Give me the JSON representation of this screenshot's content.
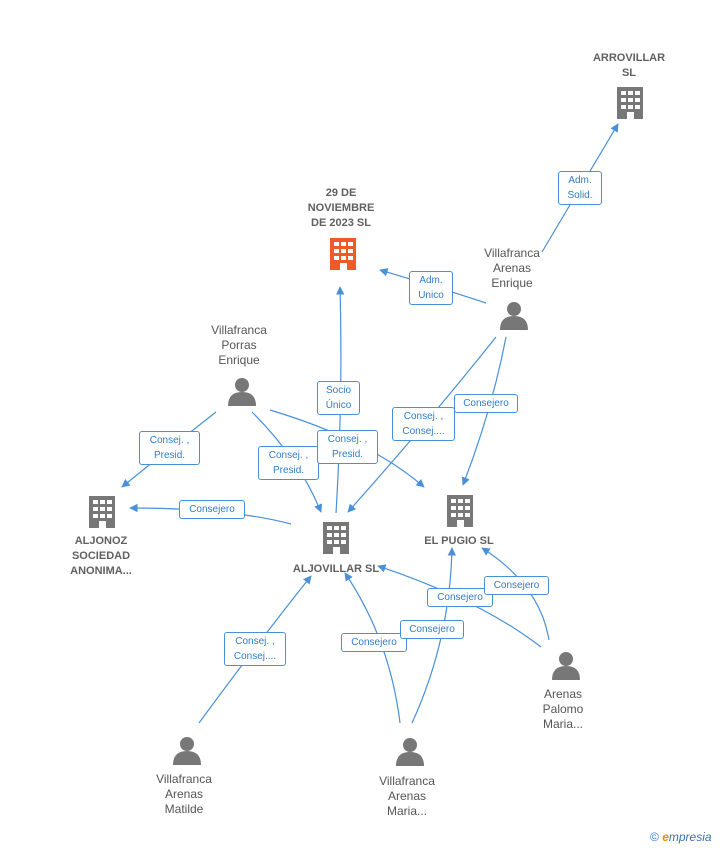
{
  "colors": {
    "edge": "#4a90d9",
    "company_icon": "#777777",
    "highlight_company_icon": "#f05a28",
    "person_icon": "#777777"
  },
  "companies": [
    {
      "id": "arrovillar",
      "lines": [
        "ARROVILLAR",
        "SL"
      ],
      "icon": "building-icon",
      "highlight": false
    },
    {
      "id": "noviembre",
      "lines": [
        "29 DE",
        "NOVIEMBRE",
        "DE 2023  SL"
      ],
      "icon": "building-icon",
      "highlight": true
    },
    {
      "id": "aljonoz",
      "lines": [
        "ALJONOZ",
        "SOCIEDAD",
        "ANONIMA..."
      ],
      "icon": "building-icon",
      "highlight": false
    },
    {
      "id": "aljovillar",
      "lines": [
        "ALJOVILLAR SL"
      ],
      "icon": "building-icon",
      "highlight": false
    },
    {
      "id": "pugio",
      "lines": [
        "EL PUGIO SL"
      ],
      "icon": "building-icon",
      "highlight": false
    }
  ],
  "persons": [
    {
      "id": "enrique_arenas",
      "lines": [
        "Villafranca",
        "Arenas",
        "Enrique"
      ],
      "icon": "person-icon"
    },
    {
      "id": "porras",
      "lines": [
        "Villafranca",
        "Porras",
        "Enrique"
      ],
      "icon": "person-icon"
    },
    {
      "id": "matilde",
      "lines": [
        "Villafranca",
        "Arenas",
        "Matilde"
      ],
      "icon": "person-icon"
    },
    {
      "id": "maria",
      "lines": [
        "Villafranca",
        "Arenas",
        "Maria..."
      ],
      "icon": "person-icon"
    },
    {
      "id": "palomo",
      "lines": [
        "Arenas",
        "Palomo",
        "Maria..."
      ],
      "icon": "person-icon"
    }
  ],
  "relations": [
    {
      "id": "r1",
      "from": "enrique_arenas",
      "to": "arrovillar",
      "lines": [
        "Adm.",
        "Solid."
      ]
    },
    {
      "id": "r2",
      "from": "enrique_arenas",
      "to": "noviembre",
      "lines": [
        "Adm.",
        "Unico"
      ]
    },
    {
      "id": "r3",
      "from": "aljovillar",
      "to": "noviembre",
      "lines": [
        "Socio",
        "Único"
      ]
    },
    {
      "id": "r4",
      "from": "enrique_arenas",
      "to": "aljovillar",
      "lines": [
        "Consej. ,",
        "Consej...."
      ]
    },
    {
      "id": "r5",
      "from": "enrique_arenas",
      "to": "pugio",
      "lines": [
        "Consejero"
      ]
    },
    {
      "id": "r6",
      "from": "porras",
      "to": "aljonoz",
      "lines": [
        "Consej. ,",
        "Presid."
      ]
    },
    {
      "id": "r7",
      "from": "porras",
      "to": "aljovillar",
      "lines": [
        "Consej. ,",
        "Presid."
      ]
    },
    {
      "id": "r8",
      "from": "porras",
      "to": "pugio",
      "lines": [
        "Consej. ,",
        "Presid."
      ]
    },
    {
      "id": "r9",
      "from": "aljovillar",
      "to": "aljonoz",
      "lines": [
        "Consejero"
      ]
    },
    {
      "id": "r10",
      "from": "matilde",
      "to": "aljovillar",
      "lines": [
        "Consej. ,",
        "Consej...."
      ]
    },
    {
      "id": "r11",
      "from": "maria",
      "to": "aljovillar",
      "lines": [
        "Consejero"
      ]
    },
    {
      "id": "r12",
      "from": "maria",
      "to": "pugio",
      "lines": [
        "Consejero"
      ]
    },
    {
      "id": "r13",
      "from": "palomo",
      "to": "aljovillar",
      "lines": [
        "Consejero"
      ]
    },
    {
      "id": "r14",
      "from": "palomo",
      "to": "pugio",
      "lines": [
        "Consejero"
      ]
    }
  ],
  "footer": {
    "copyright": "©",
    "brand_initial": "e",
    "brand_rest": "mpresia"
  }
}
